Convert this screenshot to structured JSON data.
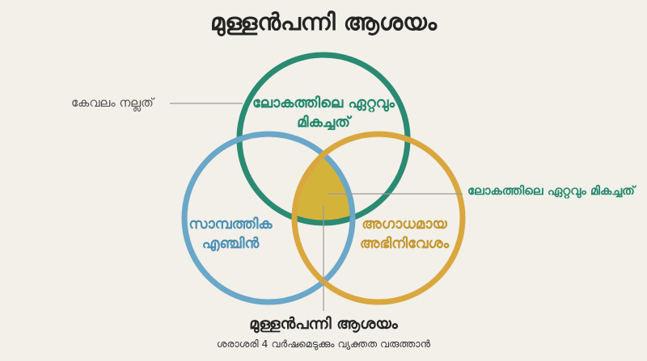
{
  "title": "മുള്ളൻപന്നി ആശയം",
  "circles": {
    "top": {
      "label": "ലോകത്തിലെ ഏറ്റവും മികച്ചത്",
      "color": "#2a8a72"
    },
    "left": {
      "label": "സാമ്പത്തിക എഞ്ചിൻ",
      "color": "#6aa7c9"
    },
    "right": {
      "label": "അഗാധമായ അഭിനിവേശം",
      "color": "#d9a73e"
    }
  },
  "intersection_color": "#d4b33a",
  "callouts": {
    "good": "കേവലം നല്ലത്",
    "best": "ലോകത്തിലെ ഏറ്റവും മികച്ചത്"
  },
  "bottom": {
    "title": "മുള്ളൻപന്നി ആശയം",
    "subtitle": "ശരാശരി 4 വർഷമെടുക്കും വ്യക്തത വരുത്താൻ"
  }
}
